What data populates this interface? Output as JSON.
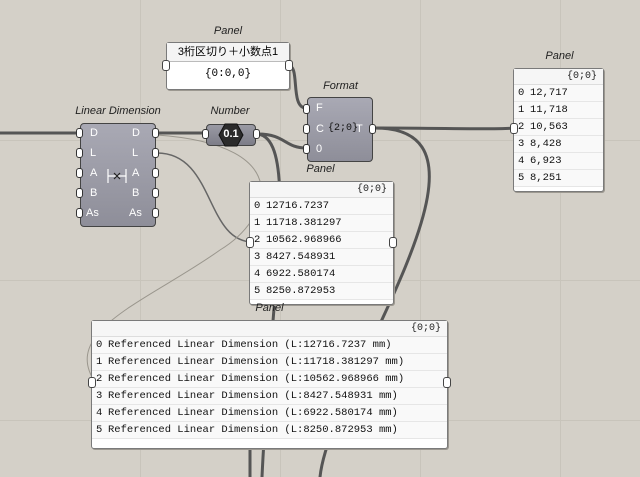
{
  "components": {
    "text_panel": {
      "title": "Panel",
      "text": "3桁区切り＋小数点1",
      "value": "{0:0,0}"
    },
    "format": {
      "title": "Format",
      "inputs": [
        "F",
        "C",
        "0"
      ],
      "middle": "{2;0}",
      "output": "T"
    },
    "linear_dimension": {
      "title": "Linear Dimension",
      "inputs": [
        "D",
        "L",
        "A",
        "B",
        "As"
      ],
      "outputs": [
        "D",
        "L",
        "A",
        "B",
        "As"
      ]
    },
    "number": {
      "title": "Number",
      "value": "0.1"
    },
    "result_panel": {
      "title": "Panel",
      "header": "{0;0}",
      "rows": [
        "12,717",
        "11,718",
        "10,563",
        "8,428",
        "6,923",
        "8,251"
      ]
    },
    "length_panel": {
      "title": "Panel",
      "header": "{0;0}",
      "rows": [
        "12716.7237",
        "11718.381297",
        "10562.968966",
        "8427.548931",
        "6922.580174",
        "8250.872953"
      ]
    },
    "dimension_panel": {
      "title": "Panel",
      "header": "{0;0}",
      "rows": [
        "Referenced Linear Dimension (L:12716.7237 mm)",
        "Referenced Linear Dimension (L:11718.381297 mm)",
        "Referenced Linear Dimension (L:10562.968966 mm)",
        "Referenced Linear Dimension (L:8427.548931 mm)",
        "Referenced Linear Dimension (L:6922.580174 mm)",
        "Referenced Linear Dimension (L:8250.872953 mm)"
      ]
    }
  },
  "indices": [
    "0",
    "1",
    "2",
    "3",
    "4",
    "5"
  ]
}
